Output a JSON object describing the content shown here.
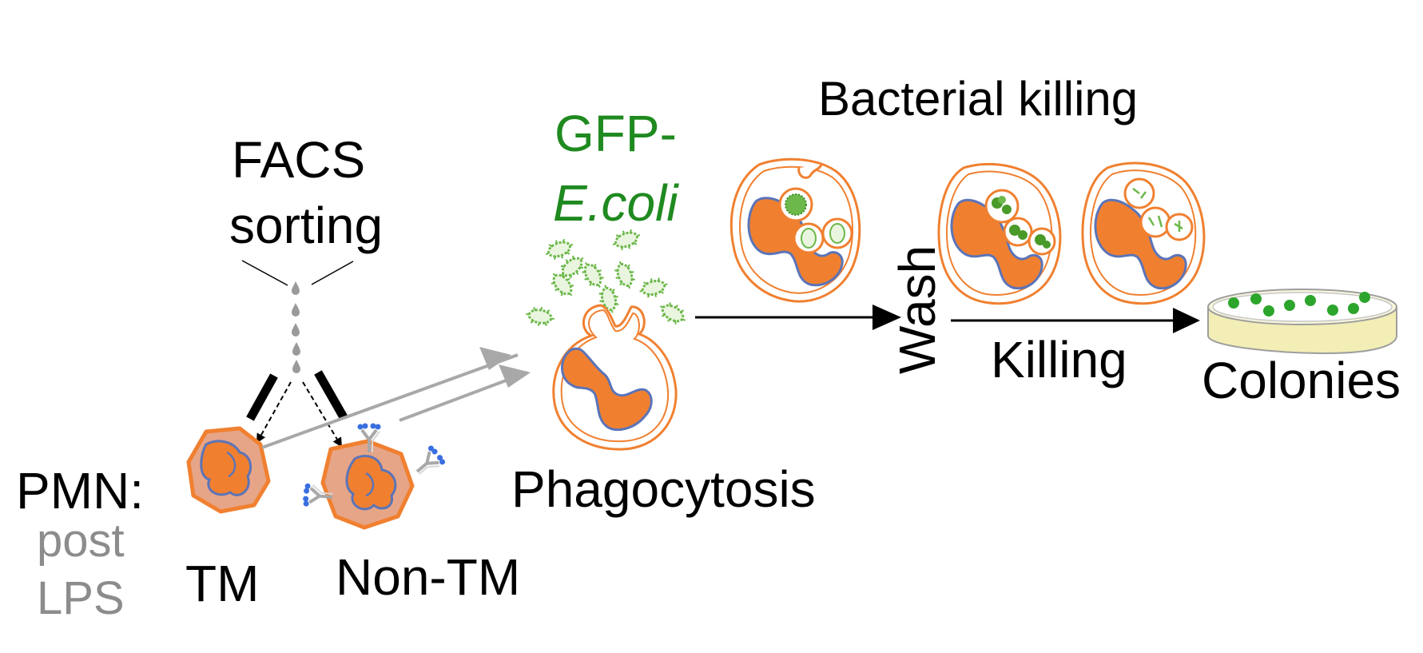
{
  "labels": {
    "facs_line1": "FACS",
    "facs_line2": "sorting",
    "gfp_line1": "GFP-",
    "gfp_line2": "E.coli",
    "bacterial_killing": "Bacterial killing",
    "wash": "Wash",
    "killing": "Killing",
    "colonies": "Colonies",
    "phagocytosis": "Phagocytosis",
    "pmn": "PMN:",
    "post": "post",
    "lps": "LPS",
    "tm": "TM",
    "non_tm": "Non-TM"
  },
  "colors": {
    "cell_orange": "#f08030",
    "cell_outline": "#e07a36",
    "cell_pink_fill": "#e7a587",
    "nucleus_outline": "#5b74b8",
    "bacteria_green": "#6cb84a",
    "colony_green": "#2ca52c",
    "label_green": "#1f8a1f",
    "label_grey": "#8c8c8c",
    "arrow_grey": "#a8a8a8",
    "droplet_grey": "#9a9a9a",
    "antibody_blue": "#3a6fe0",
    "dish_yellow": "#f3eeb5"
  },
  "icons": [
    "droplet-icon",
    "antibody-icon",
    "bacterium-icon",
    "neutrophil-icon",
    "petri-dish-icon"
  ]
}
